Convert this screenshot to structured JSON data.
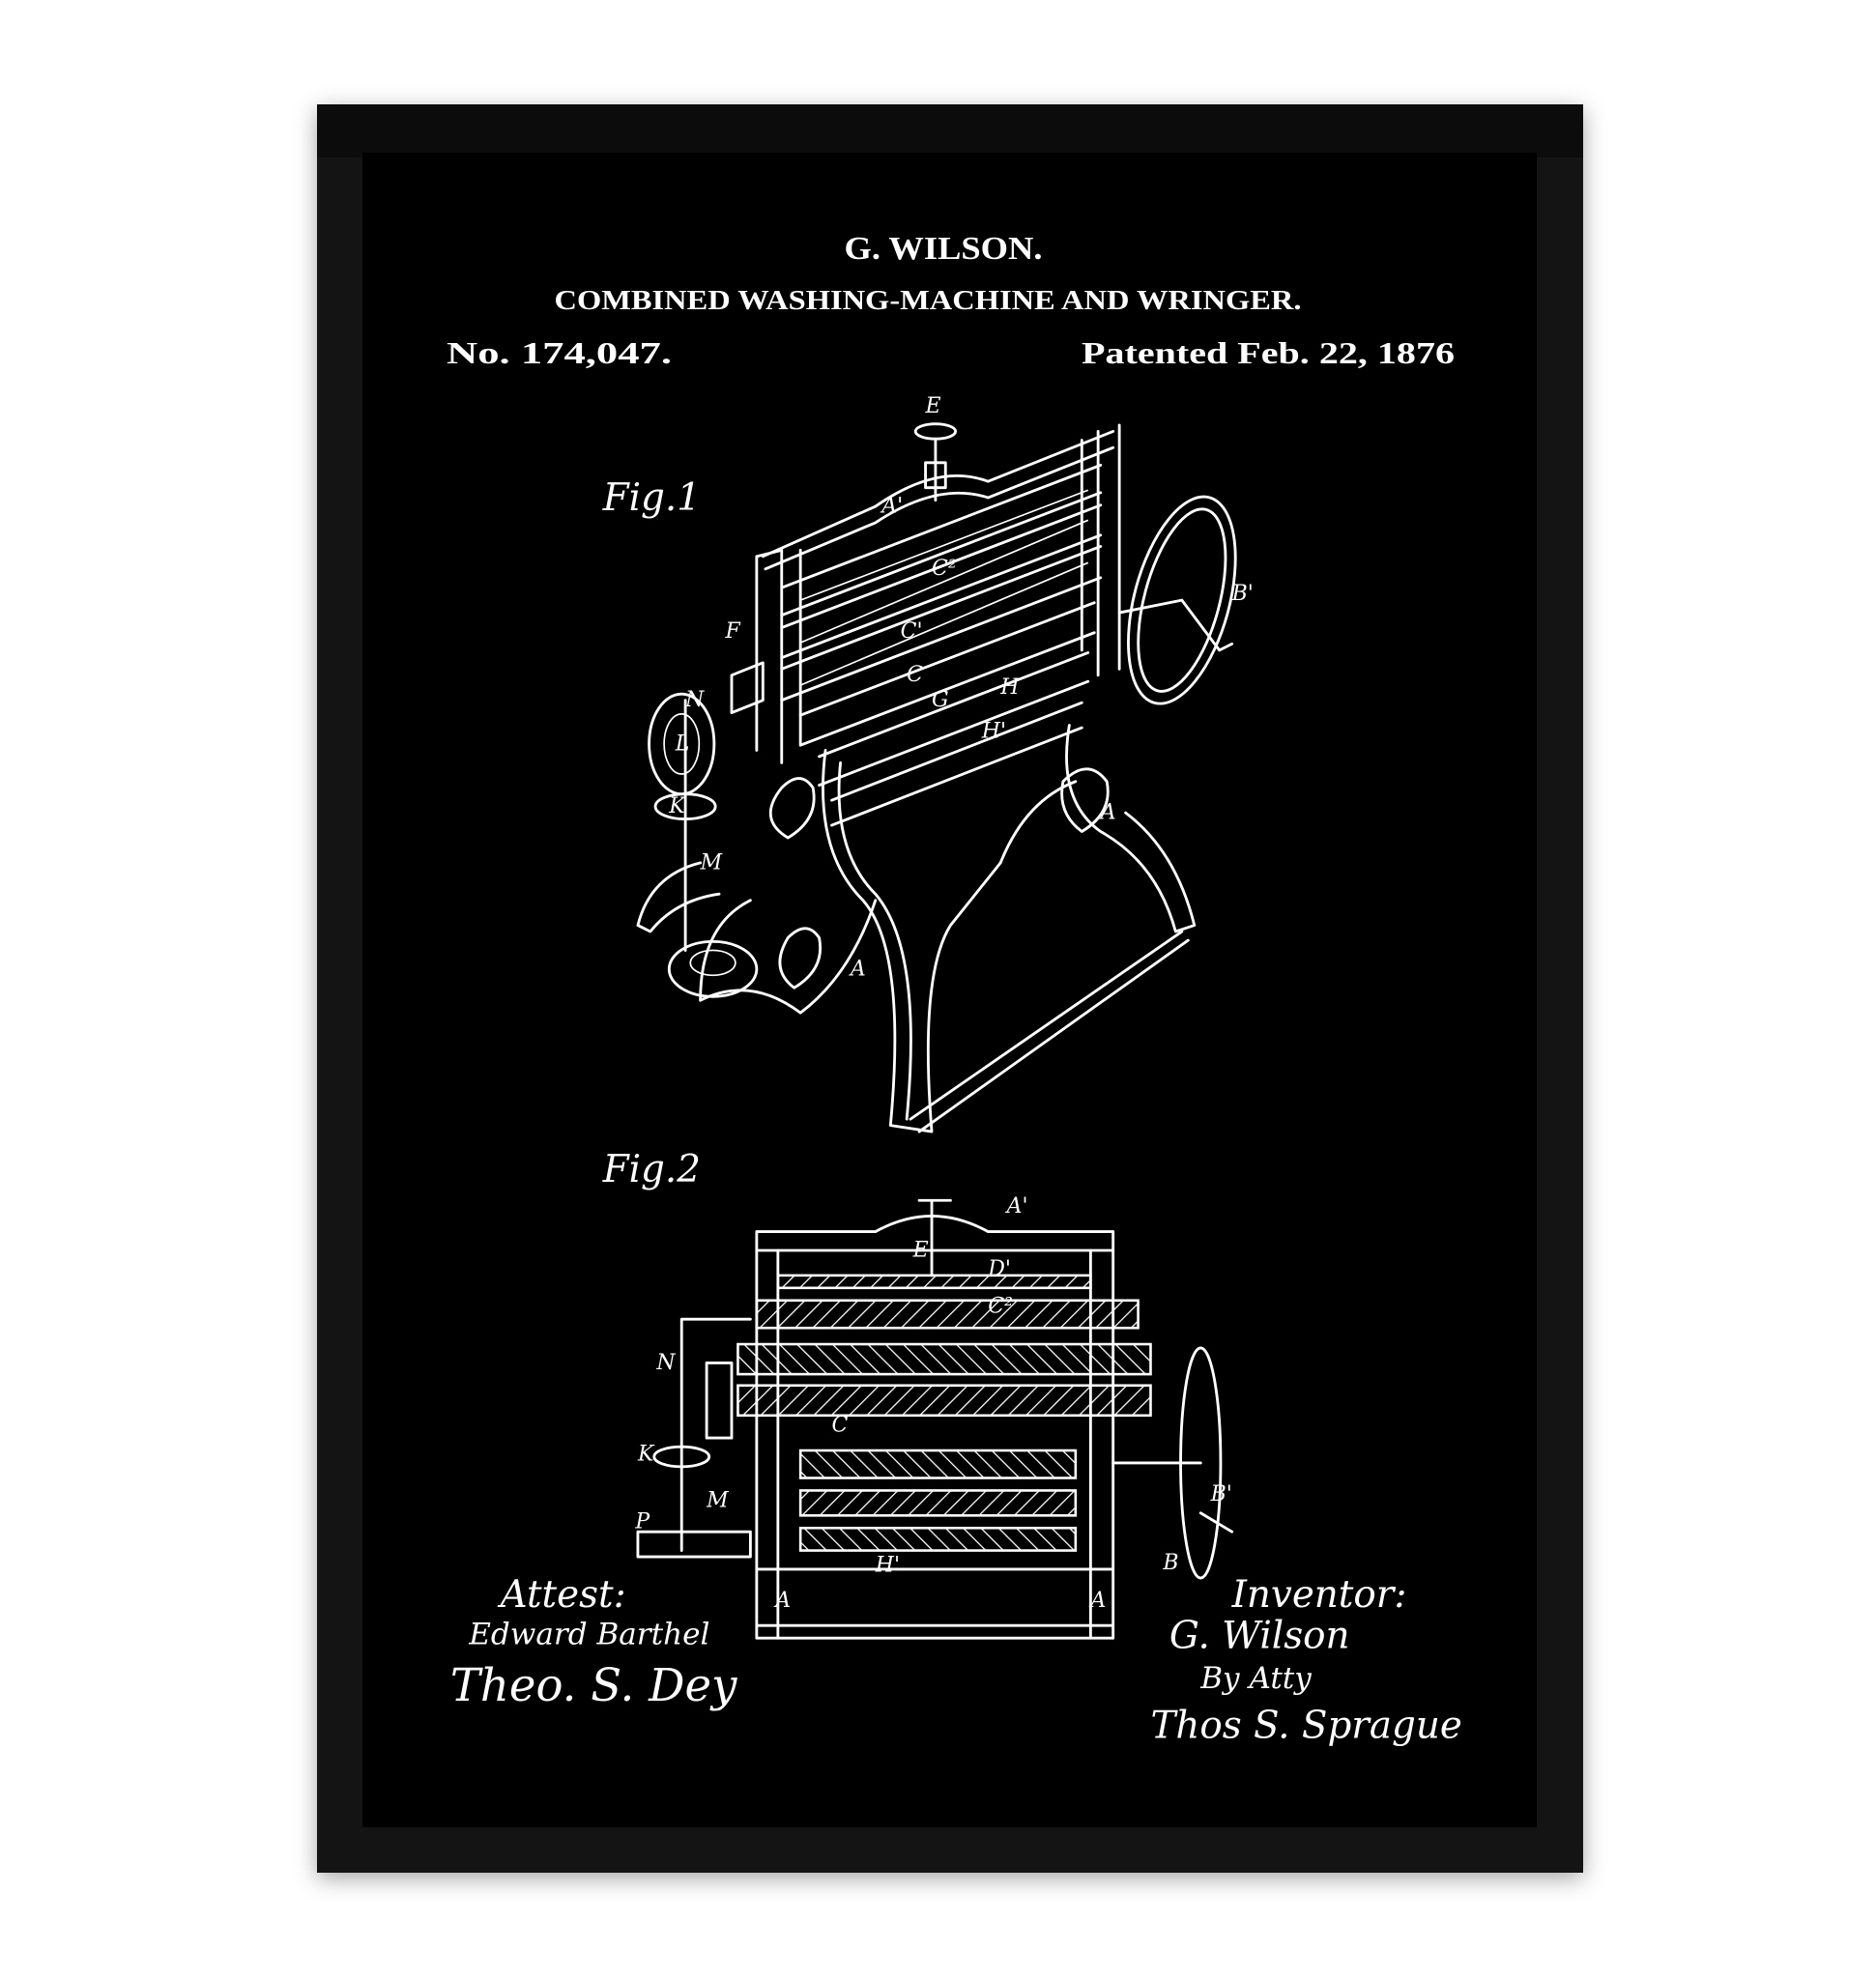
{
  "poster": {
    "inventor_name": "G. WILSON.",
    "title": "COMBINED WASHING-MACHINE AND WRINGER.",
    "patent_number": "No. 174,047.",
    "patent_date": "Patented Feb. 22, 1876",
    "fig1_label": "Fig.1",
    "fig2_label": "Fig.2",
    "attest_label": "Attest:",
    "witness1": "Edward Barthel",
    "witness2": "Theo. S. Dey",
    "inventor_label": "Inventor:",
    "inventor_signature": "G. Wilson",
    "by_atty": "By Atty",
    "attorney_signature": "Thos S. Sprague"
  },
  "colors": {
    "frame": "#141414",
    "poster": "#000000",
    "ink": "#ffffff",
    "wall": "#ffffff"
  }
}
